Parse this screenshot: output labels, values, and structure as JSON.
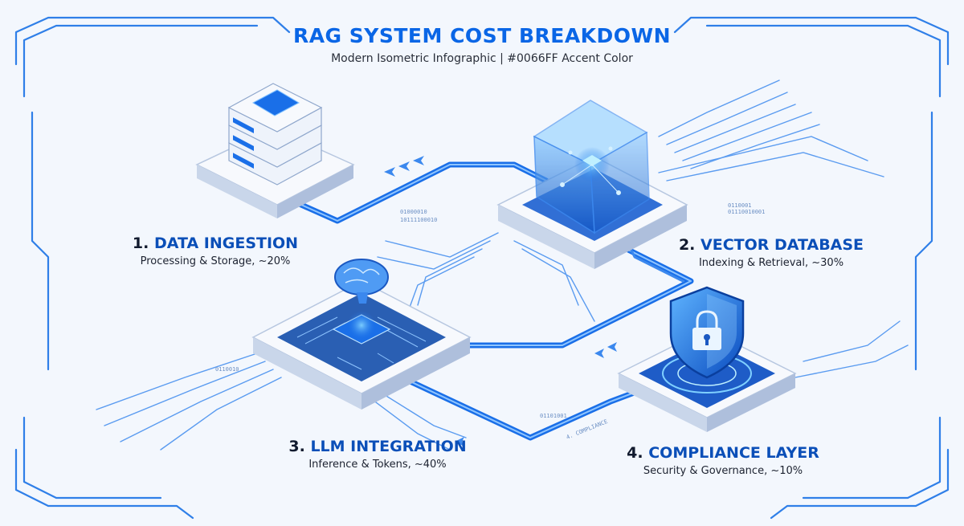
{
  "header": {
    "title": "RAG SYSTEM COST BREAKDOWN",
    "subtitle": "Modern Isometric Infographic | #0066FF Accent Color"
  },
  "components": [
    {
      "number": "1.",
      "title": "DATA INGESTION",
      "description": "Processing & Storage, ~20%",
      "share_percent": 20,
      "icon": "server-stack-icon"
    },
    {
      "number": "2.",
      "title": "VECTOR DATABASE",
      "description": "Indexing & Retrieval, ~30%",
      "share_percent": 30,
      "icon": "glass-cube-icon"
    },
    {
      "number": "3.",
      "title": "LLM INTEGRATION",
      "description": "Inference & Tokens, ~40%",
      "share_percent": 40,
      "icon": "brain-chip-icon"
    },
    {
      "number": "4.",
      "title": "COMPLIANCE LAYER",
      "description": "Security & Governance, ~10%",
      "share_percent": 10,
      "icon": "shield-lock-icon"
    }
  ],
  "decor_text": {
    "binary_a": "01000010",
    "binary_b": "10111100010",
    "binary_c": "0110001",
    "binary_d": "01110010001",
    "binary_e": "01101001",
    "binary_f": "0110010",
    "path_label": "4. COMPLIANCE"
  },
  "colors": {
    "accent": "#0066FF",
    "title": "#0A66E6",
    "circuit": "#2F7FE8",
    "platform_top": "#F7F9FD",
    "platform_side": "#C9D6EA"
  }
}
